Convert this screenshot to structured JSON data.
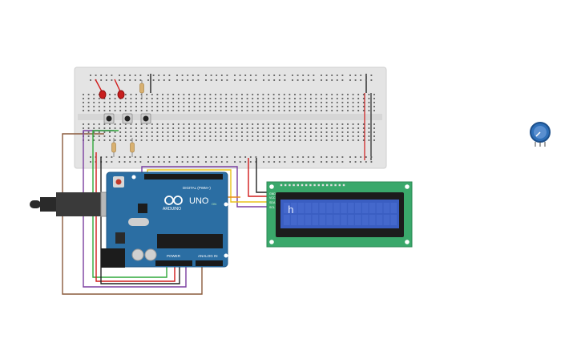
{
  "colors": {
    "background": "#ffffff",
    "breadboard": "#e4e4e4",
    "hole": "#5a5a5a",
    "rail_red": "#d11a1a",
    "rail_black": "#222222",
    "arduino_board": "#2b6ea3",
    "arduino_dark": "#1e5584",
    "lcd_pcb": "#3aa86b",
    "lcd_bezel": "#1c1c1c",
    "lcd_screen": "#3a5ec2",
    "wire_brown": "#8a5a3c",
    "wire_purple": "#7b3fa0",
    "wire_green": "#2fa83a",
    "wire_red": "#d11a1a",
    "wire_black": "#222222",
    "wire_yellow": "#e8c21a",
    "wire_orange": "#e88a1a",
    "led_red": "#c81e1e",
    "pot_blue": "#2e6fb8"
  },
  "arduino": {
    "brand_label": "ARDUINO",
    "model_label": "UNO",
    "digital_label": "DIGITAL (PWM~)",
    "power_label": "POWER",
    "analog_label": "ANALOG IN",
    "on_label": "ON"
  },
  "lcd": {
    "text": "h",
    "pin_labels": [
      "GND",
      "VCC",
      "SDA",
      "SCL"
    ]
  }
}
